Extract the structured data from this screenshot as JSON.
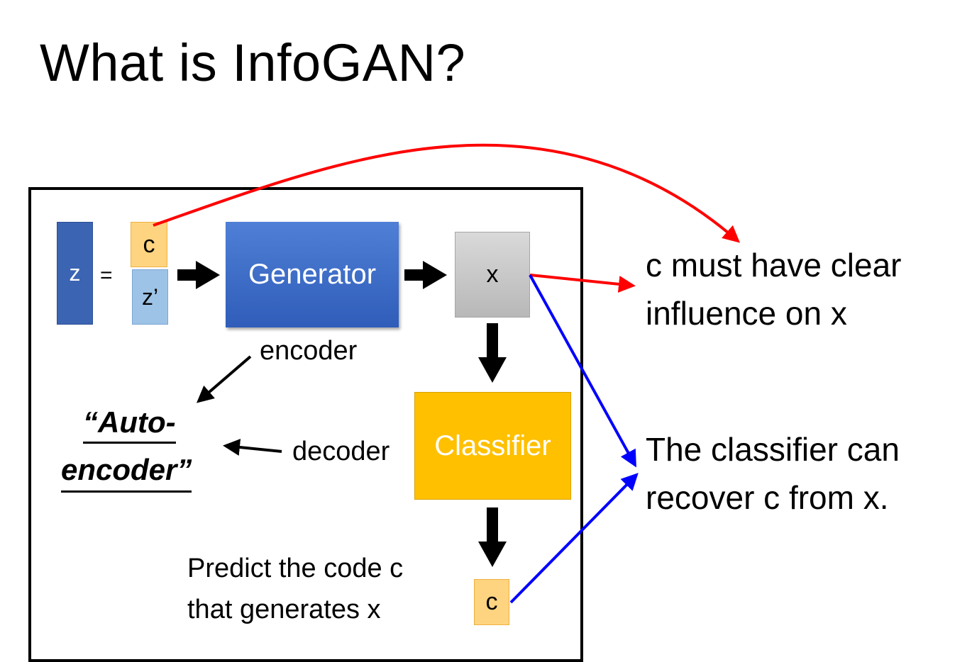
{
  "title": "What is InfoGAN?",
  "boxes": {
    "z": "z",
    "equals": "=",
    "c_top": "c",
    "z_prime": "z’",
    "generator": "Generator",
    "x": "x",
    "classifier": "Classifier",
    "c_bottom": "c"
  },
  "labels": {
    "encoder": "encoder",
    "decoder": "decoder",
    "autoencoder_line1": "“Auto-",
    "autoencoder_line2": "encoder”",
    "predict_line1": "Predict the code c",
    "predict_line2": "that generates x"
  },
  "notes": {
    "clear_influence_line1": "c must have clear",
    "clear_influence_line2": "influence on x",
    "recover_line1": "The classifier can",
    "recover_line2": "recover c from x."
  },
  "colors": {
    "generator": "#2f5db9",
    "classifier": "#ffc000",
    "code": "#ffd480",
    "noise": "#9dc3e6",
    "red_arrow": "#ff0000",
    "blue_arrow": "#0000ff"
  }
}
